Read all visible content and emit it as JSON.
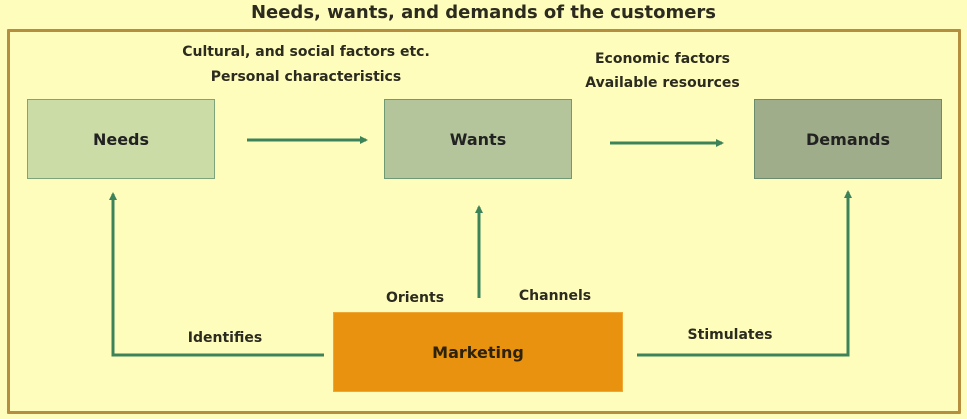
{
  "title": "Needs, wants, and demands of the customers",
  "colors": {
    "background": "#fffdbb",
    "frame": "#b58f3f",
    "arrow": "#3d8359",
    "needs_fill": "#cbdca7",
    "wants_fill": "#b5c59b",
    "demands_fill": "#a0ad8a",
    "marketing_fill": "#e8920f"
  },
  "nodes": {
    "needs": "Needs",
    "wants": "Wants",
    "demands": "Demands",
    "marketing": "Marketing"
  },
  "annotations": {
    "needs_to_wants": [
      "Cultural, and social factors etc.",
      "Personal characteristics"
    ],
    "wants_to_demands": [
      "Economic factors",
      "Available resources"
    ]
  },
  "edges": [
    {
      "from": "needs",
      "to": "wants",
      "label": ""
    },
    {
      "from": "wants",
      "to": "demands",
      "label": ""
    },
    {
      "from": "marketing",
      "to": "needs",
      "label": "Identifies"
    },
    {
      "from": "marketing",
      "to": "wants",
      "label": "Orients"
    },
    {
      "from": "marketing",
      "to": "wants",
      "label": "Channels"
    },
    {
      "from": "marketing",
      "to": "demands",
      "label": "Stimulates"
    }
  ]
}
